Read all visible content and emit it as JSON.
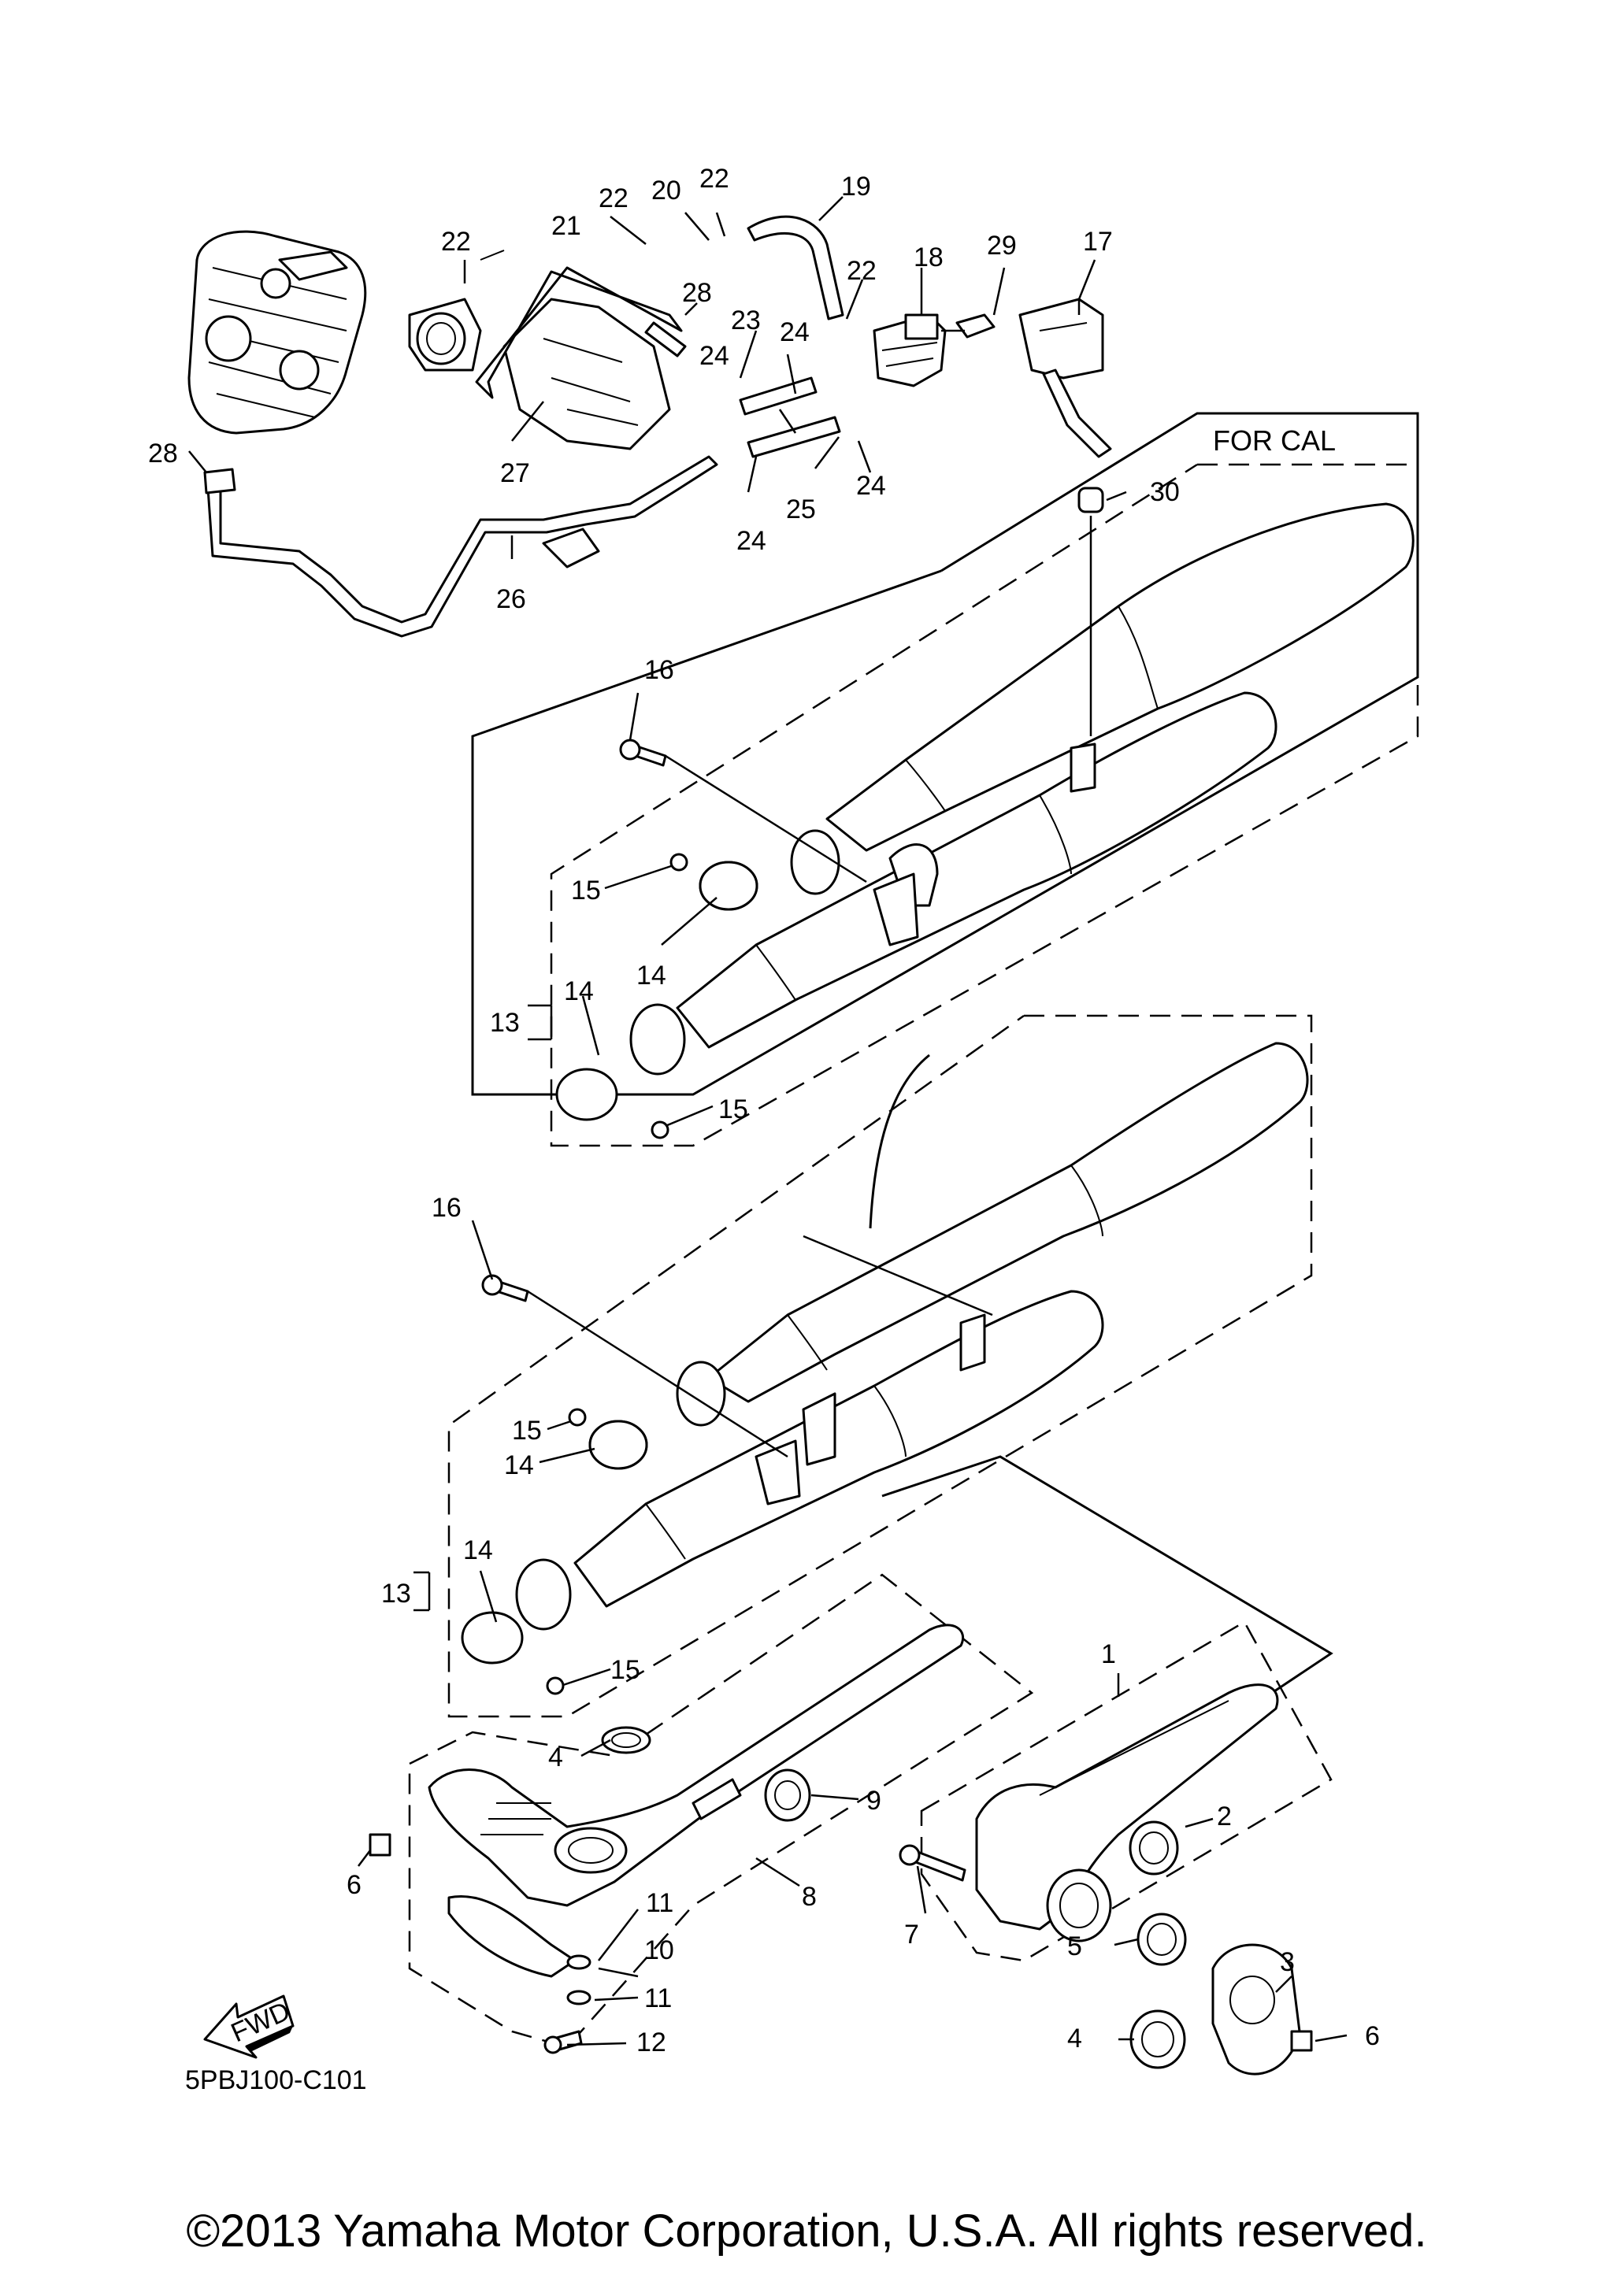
{
  "parts": {
    "p1": "1",
    "p2": "2",
    "p3": "3",
    "p4a": "4",
    "p4b": "4",
    "p5": "5",
    "p6a": "6",
    "p6b": "6",
    "p7": "7",
    "p8": "8",
    "p9": "9",
    "p10": "10",
    "p11a": "11",
    "p11b": "11",
    "p12": "12",
    "p13a": "13",
    "p13b": "13",
    "p14a": "14",
    "p14b": "14",
    "p14c": "14",
    "p14d": "14",
    "p15a": "15",
    "p15b": "15",
    "p15c": "15",
    "p15d": "15",
    "p16a": "16",
    "p16b": "16",
    "p17": "17",
    "p18": "18",
    "p19": "19",
    "p20": "20",
    "p21": "21",
    "p22a": "22",
    "p22b": "22",
    "p22c": "22",
    "p22d": "22",
    "p23": "23",
    "p24a": "24",
    "p24b": "24",
    "p24c": "24",
    "p24d": "24",
    "p25": "25",
    "p26": "26",
    "p27": "27",
    "p28a": "28",
    "p28b": "28",
    "p29": "29",
    "p30": "30"
  },
  "note": "FOR CAL",
  "fwd": "FWD",
  "code": "5PBJ100-C101",
  "copyright": "©2013 Yamaha Motor Corporation, U.S.A. All rights reserved."
}
